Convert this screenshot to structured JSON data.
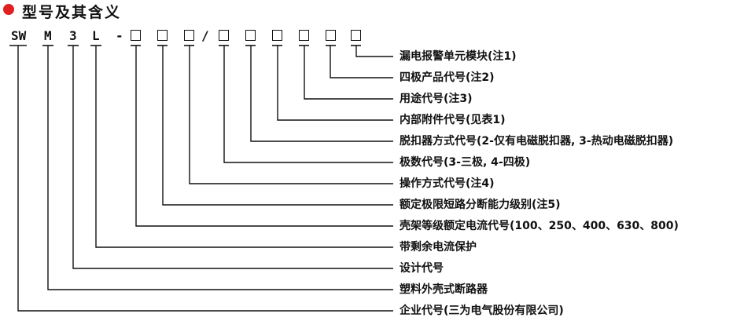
{
  "title": "型号及其含义",
  "code": {
    "sw": "SW",
    "m": "M",
    "three": "3",
    "l": "L",
    "dash": "-",
    "slash": "/"
  },
  "items": [
    "漏电报警单元模块(注1)",
    "四极产品代号(注2)",
    "用途代号(注3)",
    "内部附件代号(见表1)",
    "脱扣器方式代号(2-仅有电磁脱扣器, 3-热动电磁脱扣器)",
    "极数代号(3-三极, 4-四极)",
    "操作方式代号(注4)",
    "额定极限短路分断能力级别(注5)",
    "壳架等级额定电流代号(100、250、400、630、800)",
    "带剩余电流保护",
    "设计代号",
    "塑料外壳式断路器",
    "企业代号(三为电气股份有限公司)"
  ],
  "colors": {
    "bullet": "#e02020",
    "line": "#111111"
  }
}
